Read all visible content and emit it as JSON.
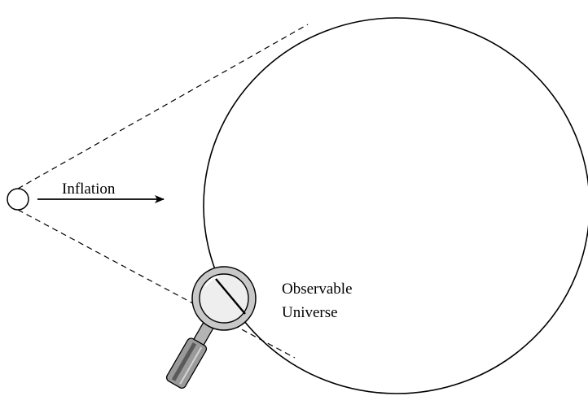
{
  "labels": {
    "inflation": "Inflation",
    "observable_line1": "Observable",
    "observable_line2": "Universe"
  },
  "colors": {
    "stroke": "#000000",
    "background": "#ffffff",
    "lens_fill": "#eeeeee",
    "rim_fill": "#c8c8c8",
    "handle_fill": "#9a9a9a",
    "handle_dark": "#555555"
  }
}
